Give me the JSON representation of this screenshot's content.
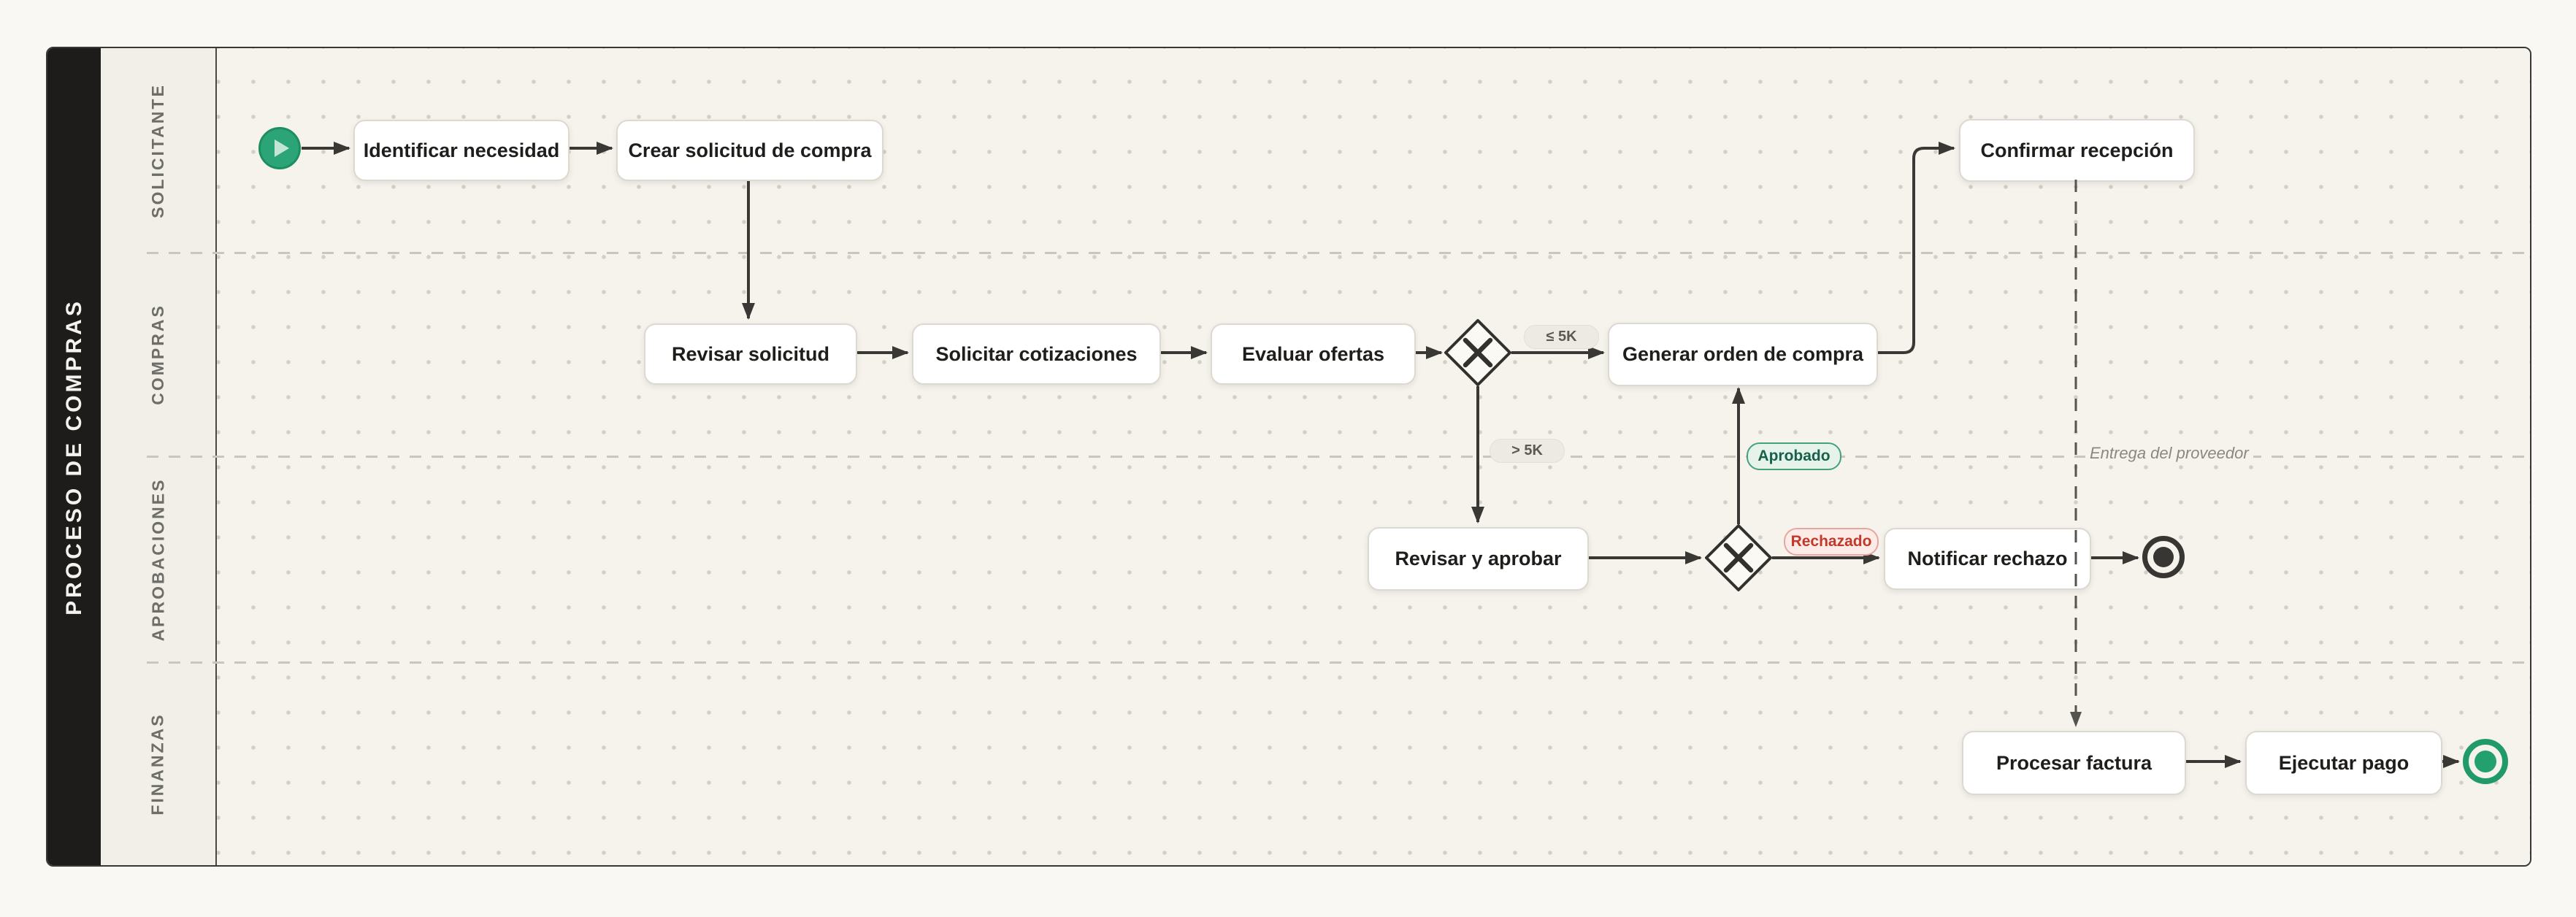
{
  "title": "PROCESO DE COMPRAS",
  "lanes": [
    {
      "label": "SOLICITANTE"
    },
    {
      "label": "COMPRAS"
    },
    {
      "label": "APROBACIONES"
    },
    {
      "label": "FINANZAS"
    }
  ],
  "tasks": {
    "identificar_necesidad": "Identificar necesidad",
    "crear_solicitud": "Crear solicitud de compra",
    "confirmar_recepcion": "Confirmar recepción",
    "revisar_solicitud": "Revisar solicitud",
    "solicitar_cotizaciones": "Solicitar cotizaciones",
    "evaluar_ofertas": "Evaluar ofertas",
    "generar_orden": "Generar orden de compra",
    "revisar_aprobar": "Revisar y aprobar",
    "notificar_rechazo": "Notificar rechazo",
    "procesar_factura": "Procesar factura",
    "ejecutar_pago": "Ejecutar pago"
  },
  "edge_labels": {
    "menor_igual_5k": "≤ 5K",
    "mayor_5k": "> 5K",
    "aprobado": "Aprobado",
    "rechazado": "Rechazado",
    "entrega_proveedor": "Entrega del proveedor"
  },
  "colors": {
    "connector": "#3a3834",
    "accent_green": "#2ba578",
    "approved_green": "#17604a",
    "rejected_red": "#c2392a",
    "frame_dark": "#1d1c1a"
  }
}
